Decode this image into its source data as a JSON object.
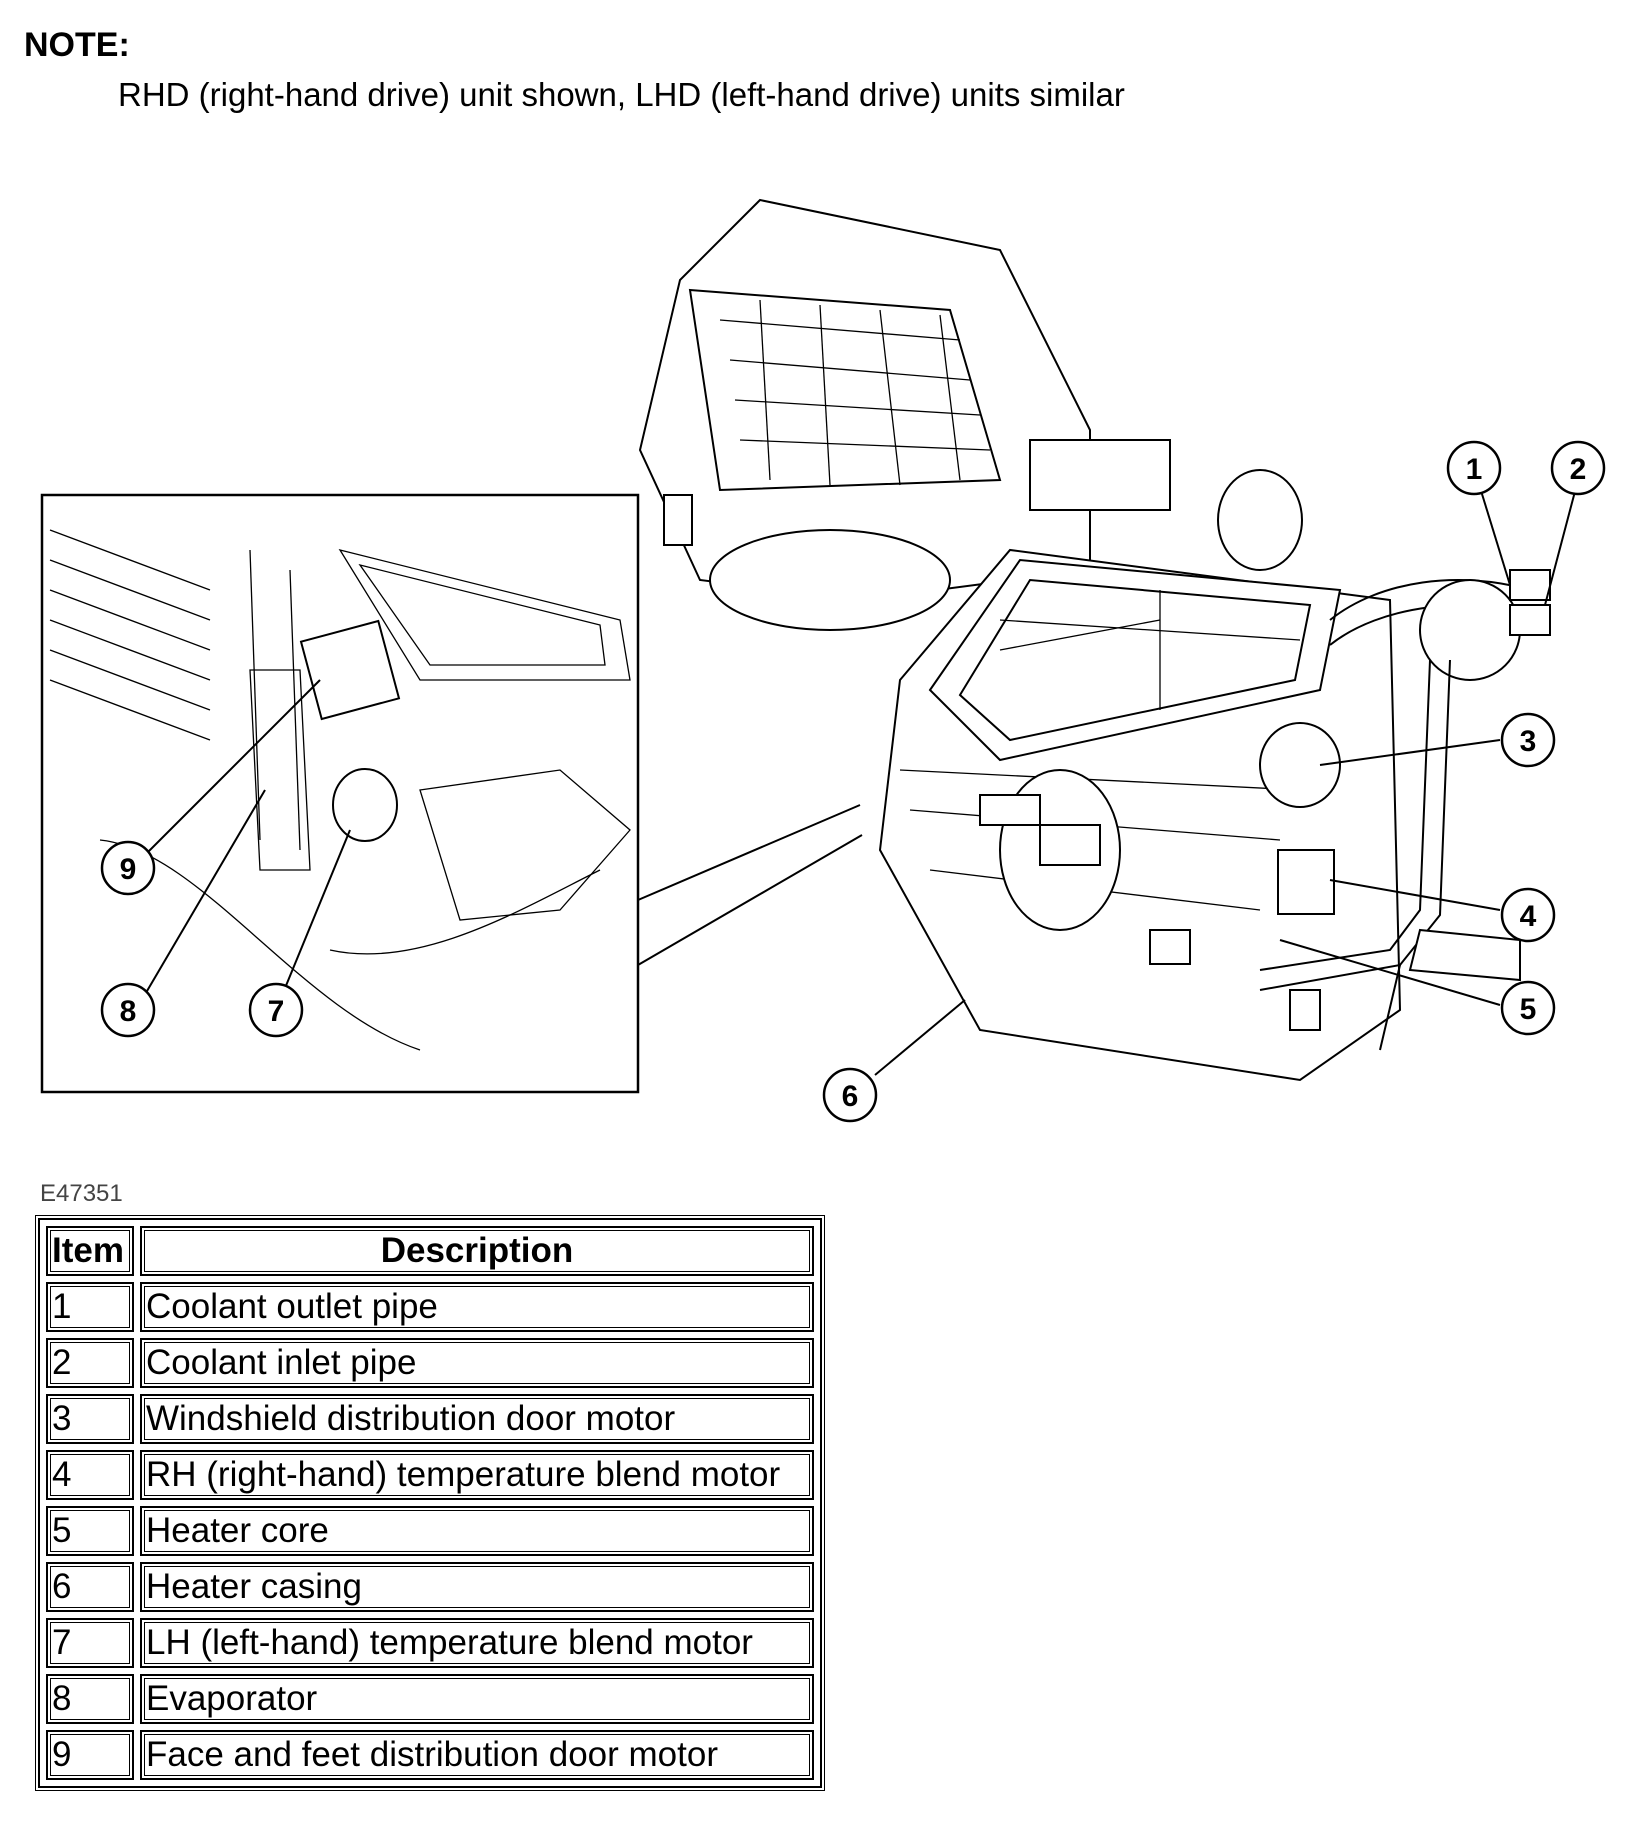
{
  "note": {
    "title": "NOTE:",
    "text": "RHD (right-hand drive) unit shown, LHD (left-hand drive) units similar"
  },
  "figure": {
    "id": "E47351",
    "callouts": [
      "1",
      "2",
      "3",
      "4",
      "5",
      "6",
      "7",
      "8",
      "9"
    ]
  },
  "table": {
    "headers": {
      "item": "Item",
      "description": "Description"
    },
    "rows": [
      {
        "item": "1",
        "description": "Coolant outlet pipe"
      },
      {
        "item": "2",
        "description": "Coolant inlet pipe"
      },
      {
        "item": "3",
        "description": "Windshield distribution door motor"
      },
      {
        "item": "4",
        "description": "RH (right-hand) temperature blend motor"
      },
      {
        "item": "5",
        "description": "Heater core"
      },
      {
        "item": "6",
        "description": "Heater casing"
      },
      {
        "item": "7",
        "description": "LH (left-hand) temperature blend motor"
      },
      {
        "item": "8",
        "description": "Evaporator"
      },
      {
        "item": "9",
        "description": "Face and feet distribution door motor"
      }
    ]
  }
}
